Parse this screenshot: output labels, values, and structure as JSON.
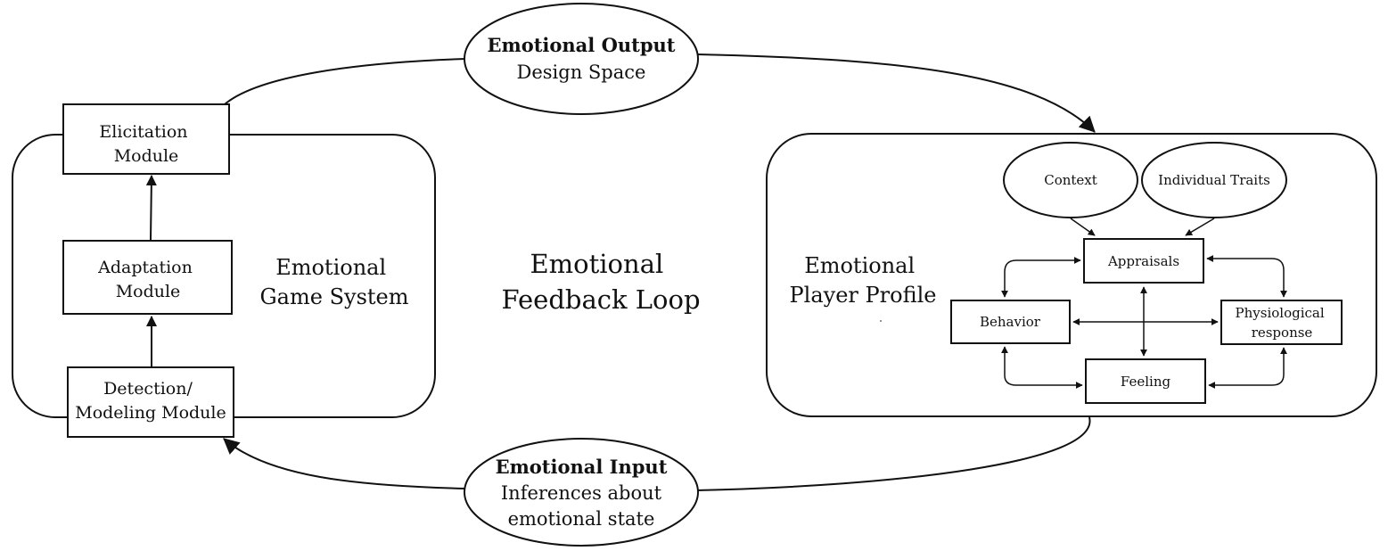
{
  "output_node": {
    "title": "Emotional Output",
    "subtitle": "Design Space"
  },
  "input_node": {
    "title": "Emotional Input",
    "line1": "Inferences about",
    "line2": "emotional state"
  },
  "center_label": {
    "line1": "Emotional",
    "line2": "Feedback Loop"
  },
  "game_system": {
    "label_line1": "Emotional",
    "label_line2": "Game System",
    "elicitation": {
      "line1": "Elicitation",
      "line2": "Module"
    },
    "adaptation": {
      "line1": "Adaptation",
      "line2": "Module"
    },
    "detection": {
      "line1": "Detection/",
      "line2": "Modeling Module"
    }
  },
  "player_profile": {
    "label_line1": "Emotional",
    "label_line2": "Player Profile",
    "context": "Context",
    "traits": "Individual Traits",
    "appraisals": "Appraisals",
    "behavior": "Behavior",
    "physiological_line1": "Physiological",
    "physiological_line2": "response",
    "feeling": "Feeling"
  }
}
